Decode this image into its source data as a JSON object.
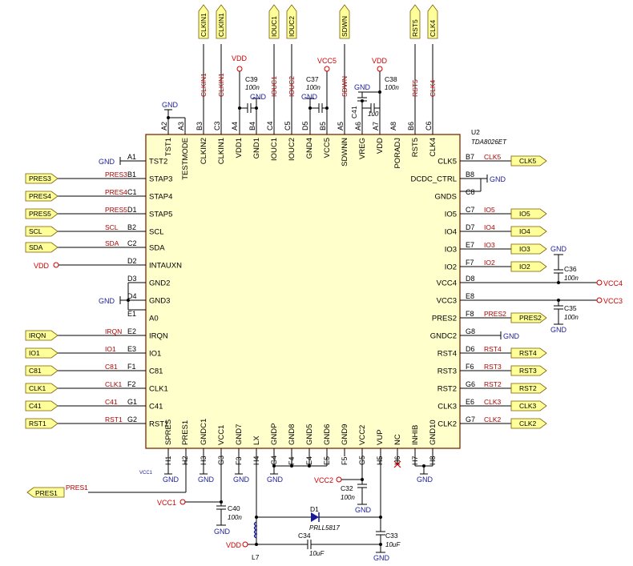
{
  "chip": {
    "ref": "U2",
    "part": "TDA8026ET",
    "left_pins": [
      {
        "num": "A1",
        "name": "TST2",
        "net": ""
      },
      {
        "num": "B1",
        "name": "STAP3",
        "net": "PRES3"
      },
      {
        "num": "C1",
        "name": "STAP4",
        "net": "PRES4"
      },
      {
        "num": "D1",
        "name": "STAP5",
        "net": "PRES5"
      },
      {
        "num": "B2",
        "name": "SCL",
        "net": "SCL"
      },
      {
        "num": "C2",
        "name": "SDA",
        "net": "SDA"
      },
      {
        "num": "D2",
        "name": "INTAUXN",
        "net": ""
      },
      {
        "num": "D3",
        "name": "GND2",
        "net": ""
      },
      {
        "num": "D4",
        "name": "GND3",
        "net": ""
      },
      {
        "num": "E1",
        "name": "A0",
        "net": ""
      },
      {
        "num": "E2",
        "name": "IRQN",
        "net": "IRQN"
      },
      {
        "num": "E3",
        "name": "IO1",
        "net": "IO1"
      },
      {
        "num": "F1",
        "name": "C81",
        "net": "C81"
      },
      {
        "num": "F2",
        "name": "CLK1",
        "net": "CLK1"
      },
      {
        "num": "G1",
        "name": "C41",
        "net": "C41"
      },
      {
        "num": "G2",
        "name": "RST1",
        "net": "RST1"
      }
    ],
    "right_pins": [
      {
        "num": "B7",
        "name": "CLK5",
        "net": "CLK5"
      },
      {
        "num": "B8",
        "name": "DCDC_CTRL",
        "net": ""
      },
      {
        "num": "C8",
        "name": "GNDS",
        "net": ""
      },
      {
        "num": "C7",
        "name": "IO5",
        "net": "IO5"
      },
      {
        "num": "D7",
        "name": "IO4",
        "net": "IO4"
      },
      {
        "num": "E7",
        "name": "IO3",
        "net": "IO3"
      },
      {
        "num": "F7",
        "name": "IO2",
        "net": "IO2"
      },
      {
        "num": "D8",
        "name": "VCC4",
        "net": ""
      },
      {
        "num": "E8",
        "name": "VCC3",
        "net": ""
      },
      {
        "num": "F8",
        "name": "PRES2",
        "net": "PRES2"
      },
      {
        "num": "G8",
        "name": "GNDC2",
        "net": ""
      },
      {
        "num": "D6",
        "name": "RST4",
        "net": "RST4"
      },
      {
        "num": "F6",
        "name": "RST3",
        "net": "RST3"
      },
      {
        "num": "G6",
        "name": "RST2",
        "net": "RST2"
      },
      {
        "num": "E6",
        "name": "CLK3",
        "net": "CLK3"
      },
      {
        "num": "G7",
        "name": "CLK2",
        "net": "CLK2"
      }
    ],
    "top_pins": [
      {
        "num": "A2",
        "name": "TST1"
      },
      {
        "num": "A3",
        "name": "TESTMODE"
      },
      {
        "num": "B3",
        "name": "CLKIN2",
        "net": "CLKIN1"
      },
      {
        "num": "C3",
        "name": "CLKIN1",
        "net": "CLKIN1"
      },
      {
        "num": "A4",
        "name": "VDD1"
      },
      {
        "num": "B4",
        "name": "GND1"
      },
      {
        "num": "C4",
        "name": "IOUC1",
        "net": "IOUC1"
      },
      {
        "num": "C5",
        "name": "IOUC2",
        "net": "IOUC2"
      },
      {
        "num": "D5",
        "name": "GND4"
      },
      {
        "num": "B5",
        "name": "VCC5"
      },
      {
        "num": "A5",
        "name": "SDWNN",
        "net": "SDWN"
      },
      {
        "num": "A6",
        "name": "VREG"
      },
      {
        "num": "A7",
        "name": "VDD"
      },
      {
        "num": "A8",
        "name": "PORADJ"
      },
      {
        "num": "B6",
        "name": "RST5",
        "net": "RST5"
      },
      {
        "num": "C6",
        "name": "CLK4",
        "net": "CLK4"
      }
    ],
    "bottom_pins": [
      {
        "num": "H1",
        "name": "SPRES"
      },
      {
        "num": "H2",
        "name": "PRES1"
      },
      {
        "num": "H3",
        "name": "GNDC1"
      },
      {
        "num": "G3",
        "name": "VCC1"
      },
      {
        "num": "F3",
        "name": "GND7"
      },
      {
        "num": "H4",
        "name": "LX"
      },
      {
        "num": "G4",
        "name": "GNDP"
      },
      {
        "num": "F4",
        "name": "GND8"
      },
      {
        "num": "E4",
        "name": "GND5"
      },
      {
        "num": "E5",
        "name": "GND6"
      },
      {
        "num": "F5",
        "name": "GND9"
      },
      {
        "num": "G5",
        "name": "VCC2"
      },
      {
        "num": "H5",
        "name": "VUP"
      },
      {
        "num": "H6",
        "name": "NC"
      },
      {
        "num": "H7",
        "name": "INHIB"
      },
      {
        "num": "H8",
        "name": "GND10"
      }
    ]
  },
  "top_ports": [
    "CLKIN1",
    "CLKIN1",
    "IOUC1",
    "IOUC2",
    "SDWN",
    "RST5",
    "CLK4"
  ],
  "top_net_labels": [
    "CLKIN1",
    "CLKIN1",
    "IOUC1",
    "IOUC2",
    "SDWN",
    "RST5",
    "CLK4"
  ],
  "left_ports": [
    "PRES3",
    "PRES4",
    "PRES5",
    "SCL",
    "SDA",
    "IRQN",
    "IO1",
    "C81",
    "CLK1",
    "C41",
    "RST1"
  ],
  "right_ports": [
    "CLK5",
    "IO5",
    "IO4",
    "IO3",
    "IO2",
    "PRES2",
    "RST4",
    "RST3",
    "RST2",
    "CLK3",
    "CLK2"
  ],
  "bottom_port": {
    "name": "PRES1",
    "net": "PRES1"
  },
  "power": {
    "vdd": "VDD",
    "vcc5": "VCC5",
    "vcc4": "VCC4",
    "vcc3": "VCC3",
    "vcc2": "VCC2",
    "vcc1": "VCC1",
    "gnd": "GND",
    "vcc1_small": "VCC1"
  },
  "components": [
    {
      "ref": "C39",
      "value": "100n"
    },
    {
      "ref": "C37",
      "value": "100n"
    },
    {
      "ref": "C38",
      "value": "100n"
    },
    {
      "ref": "C41",
      "value": "1u0"
    },
    {
      "ref": "C36",
      "value": "100n"
    },
    {
      "ref": "C35",
      "value": "100n"
    },
    {
      "ref": "C32",
      "value": "100n"
    },
    {
      "ref": "C40",
      "value": "100n"
    },
    {
      "ref": "C34",
      "value": "10uF"
    },
    {
      "ref": "C33",
      "value": "10uF"
    },
    {
      "ref": "D1",
      "value": "PRLL5817"
    },
    {
      "ref": "L7",
      "value": ""
    }
  ],
  "colors": {
    "wire": "#000080",
    "power": "#d00000",
    "ground": "#1c1c9c",
    "port_fill": "#ffff99"
  }
}
